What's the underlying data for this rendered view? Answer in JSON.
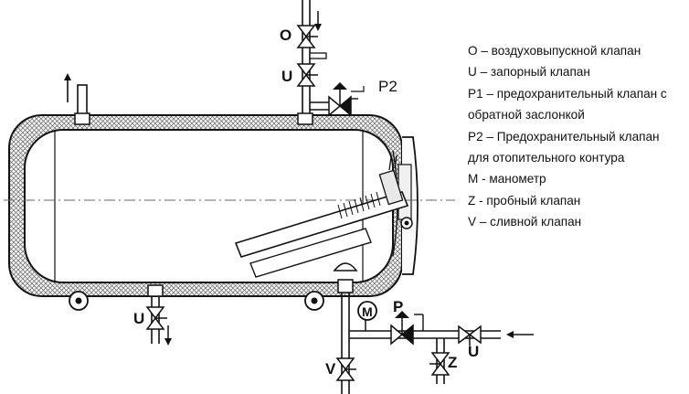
{
  "labels": {
    "O": "O",
    "U_top": "U",
    "P2": "P2",
    "U_bottom": "U",
    "M": "M",
    "P": "P",
    "U_right": "U",
    "V": "V",
    "Z": "Z"
  },
  "legend": [
    "O – воздуховыпускной клапан",
    "U – запорный клапан",
    "P1 – предохранительный клапан с",
    "обратной заслонкой",
    "P2 – Предохранительный клапан",
    "для отопительного контура",
    "M - манометр",
    "Z - пробный клапан",
    "V – сливной клапан"
  ]
}
